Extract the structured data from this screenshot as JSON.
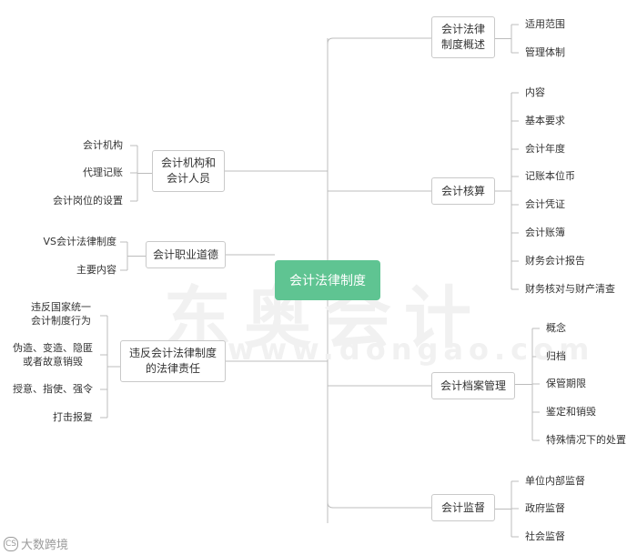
{
  "root": "会计法律制度",
  "line_color": "#bcbcbc",
  "accent": "#5fc492",
  "right": [
    {
      "label": "会计法律\n制度概述",
      "children": [
        "适用范围",
        "管理体制"
      ]
    },
    {
      "label": "会计核算",
      "children": [
        "内容",
        "基本要求",
        "会计年度",
        "记账本位币",
        "会计凭证",
        "会计账簿",
        "财务会计报告",
        "财务核对与财产清查"
      ]
    },
    {
      "label": "会计档案管理",
      "children": [
        "概念",
        "归档",
        "保管期限",
        "鉴定和销毁",
        "特殊情况下的处置"
      ]
    },
    {
      "label": "会计监督",
      "children": [
        "单位内部监督",
        "政府监督",
        "社会监督"
      ]
    }
  ],
  "left": [
    {
      "label": "会计机构和\n会计人员",
      "children": [
        "会计机构",
        "代理记账",
        "会计岗位的设置"
      ]
    },
    {
      "label": "会计职业道德",
      "children": [
        "VS会计法律制度",
        "主要内容"
      ]
    },
    {
      "label": "违反会计法律制度\n的法律责任",
      "children": [
        "违反国家统一\n会计制度行为",
        "伪造、变造、隐匿\n或者故意销毁",
        "授意、指使、强令",
        "打击报复"
      ]
    }
  ],
  "background_watermark": "东奥会计",
  "background_url": "www.dongao.com",
  "footer_watermark": "大数跨境",
  "footer_icon": "CS"
}
